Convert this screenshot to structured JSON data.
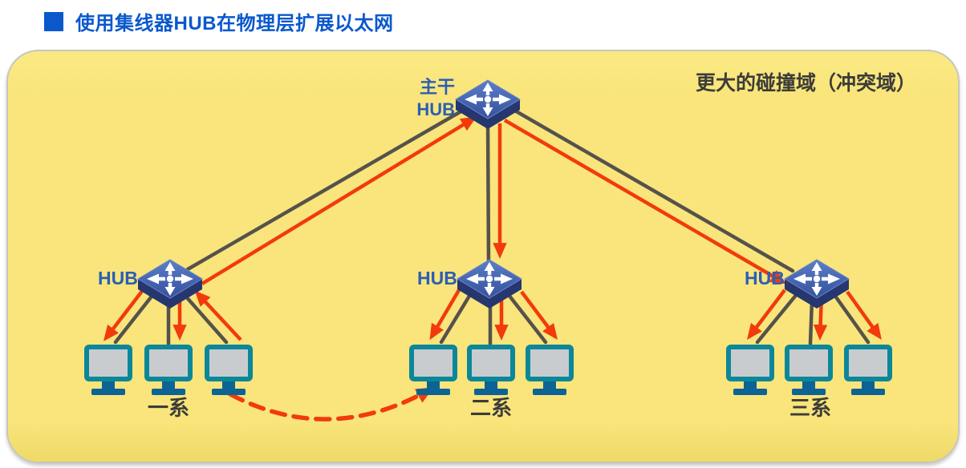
{
  "page": {
    "title": "使用集线器HUB在物理层扩展以太网",
    "collision_domain_label": "更大的碰撞域（冲突域）"
  },
  "hubs": {
    "trunk": {
      "label_line1": "主干",
      "label_line2": "HUB"
    },
    "left": {
      "label": "HUB"
    },
    "center": {
      "label": "HUB"
    },
    "right": {
      "label": "HUB"
    }
  },
  "groups": [
    {
      "label": "一系",
      "computer_count": 3
    },
    {
      "label": "二系",
      "computer_count": 3
    },
    {
      "label": "三系",
      "computer_count": 3
    }
  ],
  "colors": {
    "title_blue": "#0A58CC",
    "board_yellow": "#F9E57B",
    "board_border": "#C6C6BE",
    "line_gray": "#56524B",
    "arrow_red": "#F23A0C",
    "hub_top_blue": "#3E61B0",
    "hub_side_navy": "#26366E",
    "hub_label_blue": "#2B5FB5",
    "pc_screen_gray": "#C9CCCE",
    "pc_border_teal": "#0C8799",
    "pc_stand_blue": "#0D6394",
    "label_dark": "#3C3C38"
  }
}
